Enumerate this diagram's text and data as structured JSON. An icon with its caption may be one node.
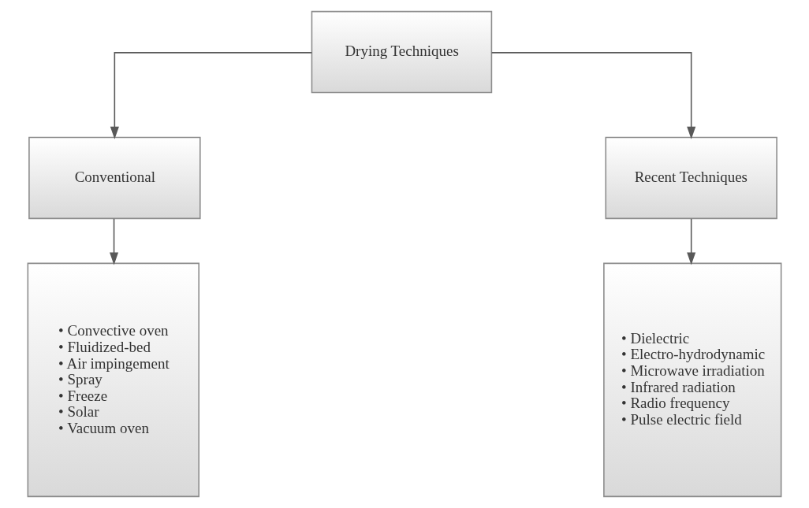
{
  "diagram": {
    "nodes": [
      {
        "text": [
          "Drying Techniques"
        ]
      },
      {
        "text": [
          "Conventional"
        ]
      },
      {
        "text": [
          "Recent Techniques"
        ]
      },
      {
        "text": [
          "• Convective oven",
          "• Fluidized-bed",
          "• Air impingement",
          "• Spray",
          "• Freeze",
          "• Solar",
          "• Vacuum oven"
        ]
      },
      {
        "text": [
          "• Dielectric",
          "• Electro-hydrodynamic",
          "• Microwave irradiation",
          "• Infrared radiation",
          "• Radio frequency",
          "• Pulse electric field"
        ]
      }
    ],
    "edges": [
      {
        "from": 0,
        "to": 1,
        "arrow": "to"
      },
      {
        "from": 0,
        "to": 2,
        "arrow": "to"
      },
      {
        "from": 1,
        "to": 3,
        "arrow": "to"
      },
      {
        "from": 2,
        "to": 4,
        "arrow": "to"
      }
    ]
  }
}
